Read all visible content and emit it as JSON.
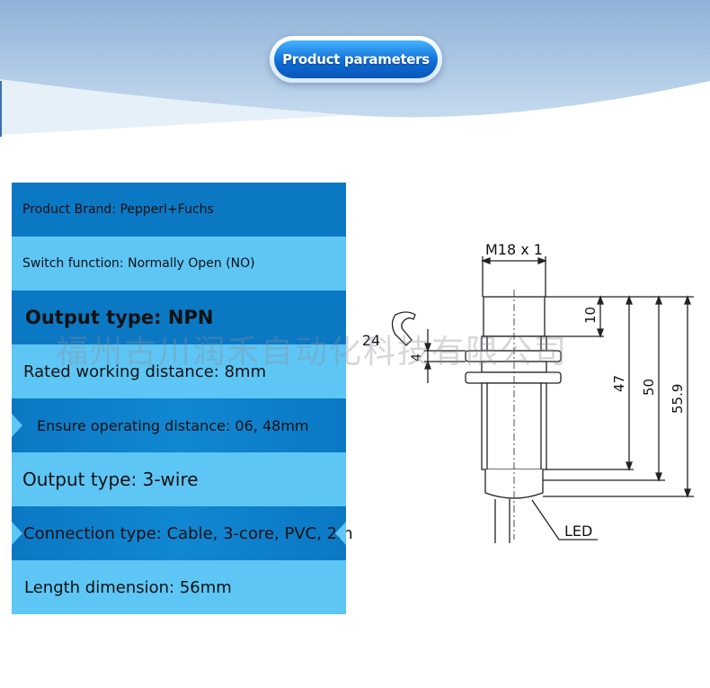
{
  "header": {
    "title": "Product parameters",
    "colors": {
      "band_top": "#9dbcdd",
      "band_bottom": "#c9ddef",
      "pill": "#0e6ed6"
    }
  },
  "parameters": [
    {
      "text": "Product Brand: Pepperl+Fuchs"
    },
    {
      "text": "Switch function: Normally Open (NO)"
    },
    {
      "text": "Output type: NPN"
    },
    {
      "text": "Rated working distance: 8mm"
    },
    {
      "text": "Ensure operating distance: 06, 48mm"
    },
    {
      "text": "Output type: 3-wire"
    },
    {
      "text": "Connection type: Cable, 3-core, PVC, 2m"
    },
    {
      "text": "Length dimension: 56mm"
    }
  ],
  "drawing": {
    "thread_label": "M18 x 1",
    "wrench_size": "24",
    "nut_height": "4",
    "dim_head": "10",
    "dim_thread": "47",
    "dim_body": "50",
    "dim_total": "55.9",
    "led_label": "LED"
  },
  "watermark": "福州古川润禾自动化科技有限公司"
}
